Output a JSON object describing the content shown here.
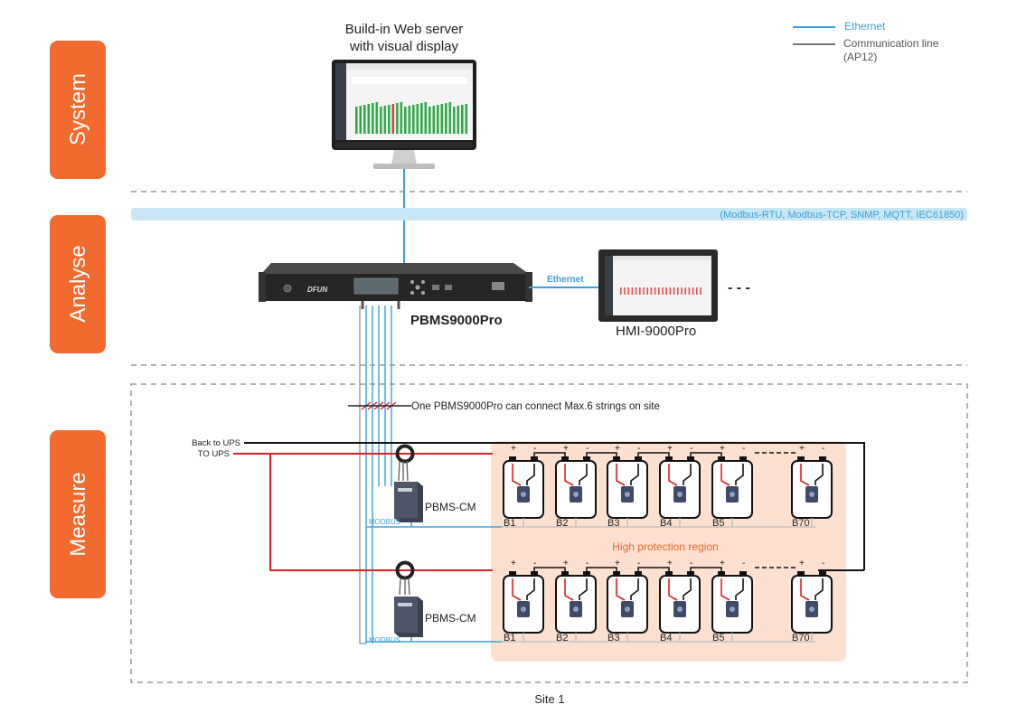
{
  "legend": {
    "ethernet": "Ethernet",
    "comm_line": "Communication line",
    "comm_line_sub": "(AP12)"
  },
  "layers": {
    "system": "System",
    "analyse": "Analyse",
    "measure": "Measure"
  },
  "web_server": {
    "line1": "Build-in Web server",
    "line2": "with visual display"
  },
  "bus_protocols": "(Modbus-RTU, Modbus-TCP, SNMP, MQTT, IEC61850)",
  "controller": {
    "name": "PBMS9000Pro",
    "brand": "DFUN",
    "link_label": "Ethernet"
  },
  "hmi": {
    "name": "HMI-9000Pro",
    "more": "- - -"
  },
  "strings_note": "One PBMS9000Pro can connect Max.6 strings on site",
  "ups": {
    "back": "Back to UPS",
    "to": "TO UPS"
  },
  "cm_module": "PBMS-CM",
  "modbus": "MODBUS",
  "region": "High protection region",
  "batteries": [
    "B1",
    "B2",
    "B3",
    "B4",
    "B5",
    "B70"
  ],
  "pole_plus": "+",
  "pole_minus": "-",
  "site": "Site 1",
  "colors": {
    "orange": "#f26a2e",
    "ethernet": "#3ba1d8",
    "bus": "#c9e6f5",
    "region": "#fde0cf",
    "power": "#e02020"
  }
}
